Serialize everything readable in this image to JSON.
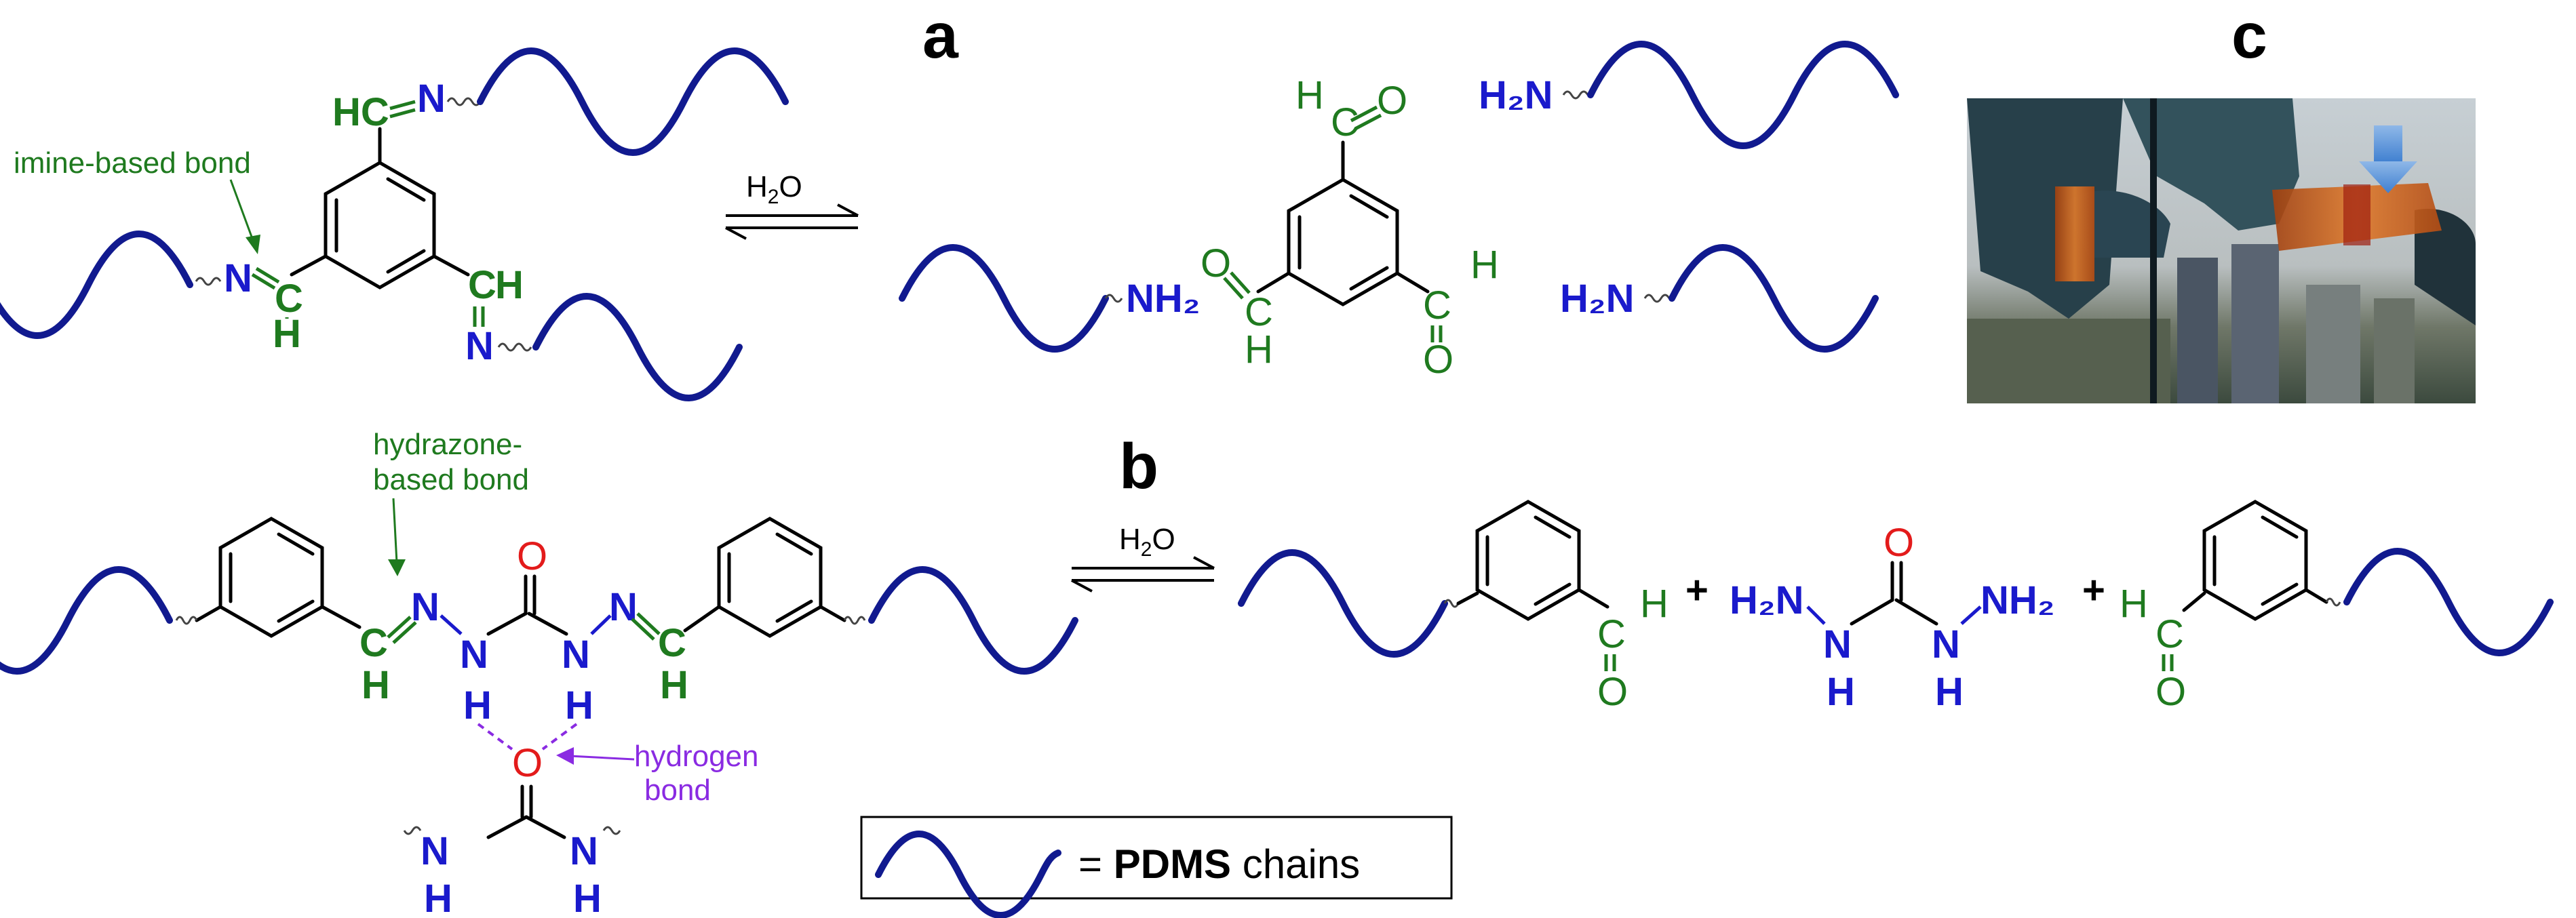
{
  "panels": {
    "a": "a",
    "b": "b",
    "c": "c"
  },
  "labels": {
    "imine_bond": "imine-based bond",
    "hydrazone_bond_line1": "hydrazone-",
    "hydrazone_bond_line2": "based bond",
    "hydrogen_bond_line1": "hydrogen",
    "hydrogen_bond_line2": "bond"
  },
  "reagent": {
    "h2o_H": "H",
    "h2o_sub": "2",
    "h2o_O": "O"
  },
  "atoms": {
    "HC": "HC",
    "N": "N",
    "C": "C",
    "H": "H",
    "O": "O",
    "NH": "NH",
    "H2N": "H₂N",
    "NH2": "NH₂",
    "plus": "+"
  },
  "legend": {
    "equals": "= ",
    "bold": "PDMS",
    "rest": " chains"
  },
  "colors": {
    "chain": "#111a8f",
    "nitrogen": "#1a1acc",
    "imine_carbon": "#1f7a1f",
    "oxygen": "#e31b1b",
    "hydrogen_bond": "#8a2be2"
  },
  "photo": {
    "description_icon": "photo-of-stretched-orange-film",
    "arrow_color": "#4f8fd6"
  }
}
